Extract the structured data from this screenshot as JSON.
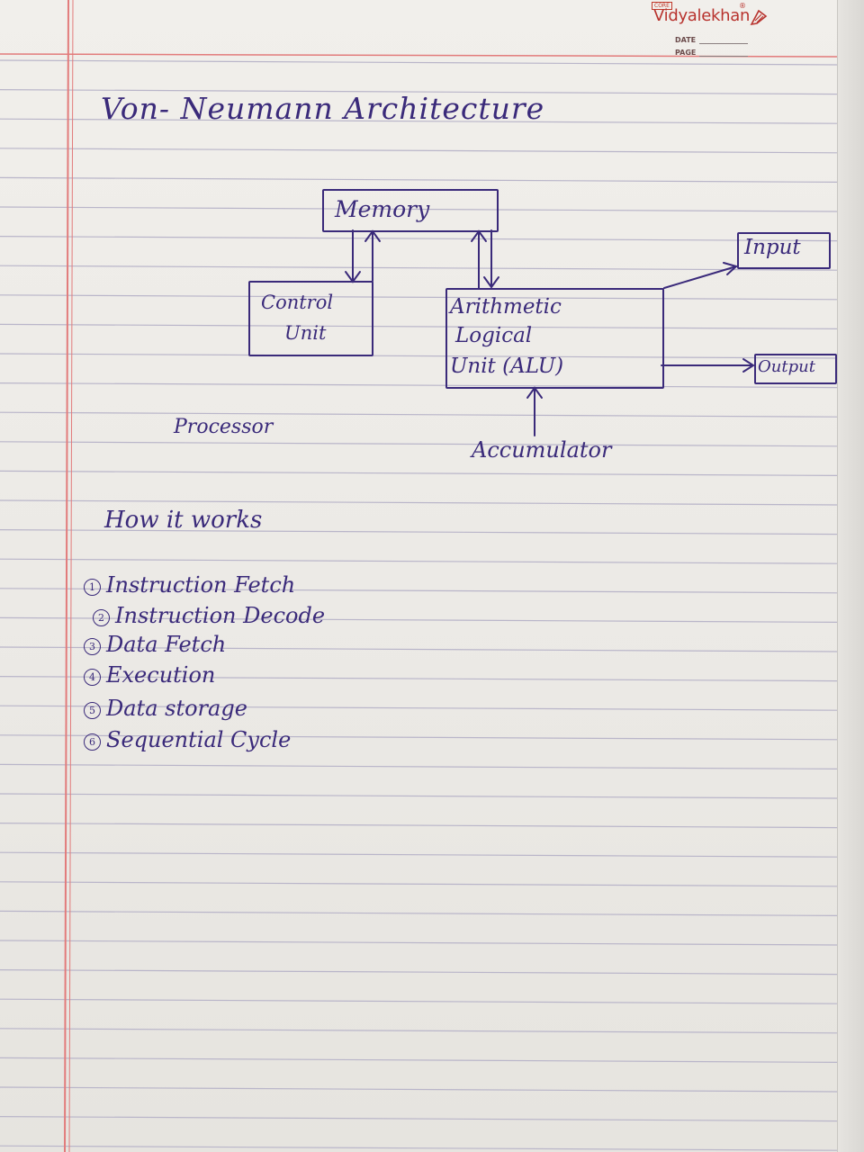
{
  "brand": {
    "small_tag": "CORE",
    "name": "Vidyalekhan",
    "registered": "®",
    "date_label": "DATE",
    "page_label": "PAGE",
    "colors": {
      "brand": "#b8332e",
      "ink": "#3a2a7a",
      "margin_line": "#e27b7b",
      "ruled_line": "#b9b5c9"
    }
  },
  "notes": {
    "title": "Von- Neumann Architecture",
    "diagram": {
      "memory": "Memory",
      "control_unit": [
        "Control",
        "Unit"
      ],
      "alu": [
        "Arithmetic",
        "Logical",
        "Unit (ALU)"
      ],
      "input": "Input",
      "output": "Output",
      "processor": "Processor",
      "accumulator": "Accumulator"
    },
    "how_heading": "How it works",
    "steps": [
      {
        "num": "1",
        "text": "Instruction Fetch"
      },
      {
        "num": "2",
        "text": "Instruction Decode"
      },
      {
        "num": "3",
        "text": "Data Fetch"
      },
      {
        "num": "4",
        "text": "Execution"
      },
      {
        "num": "5",
        "text": "Data storage"
      },
      {
        "num": "6",
        "text": "Sequential Cycle"
      }
    ]
  }
}
